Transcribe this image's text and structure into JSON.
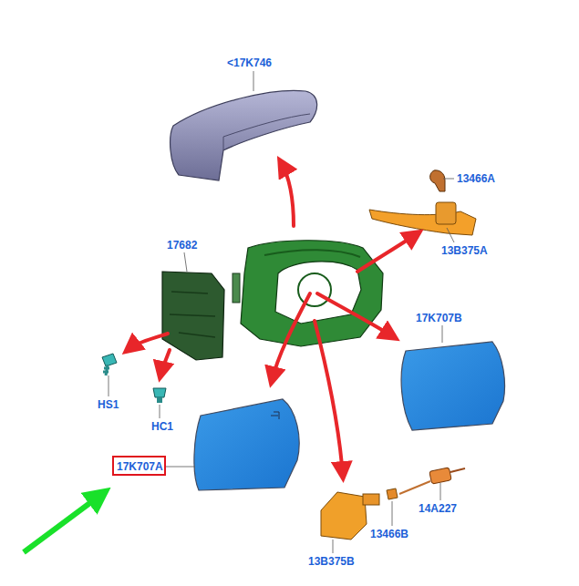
{
  "diagram": {
    "nodes": [
      {
        "text": [
          "17K707A"
        ]
      }
    ],
    "labels": [
      "<17K746",
      "13466A",
      "13B375A",
      "17682",
      "17K707B",
      "HS1",
      "HC1",
      "13466B",
      "14A227",
      "13B375B"
    ]
  }
}
